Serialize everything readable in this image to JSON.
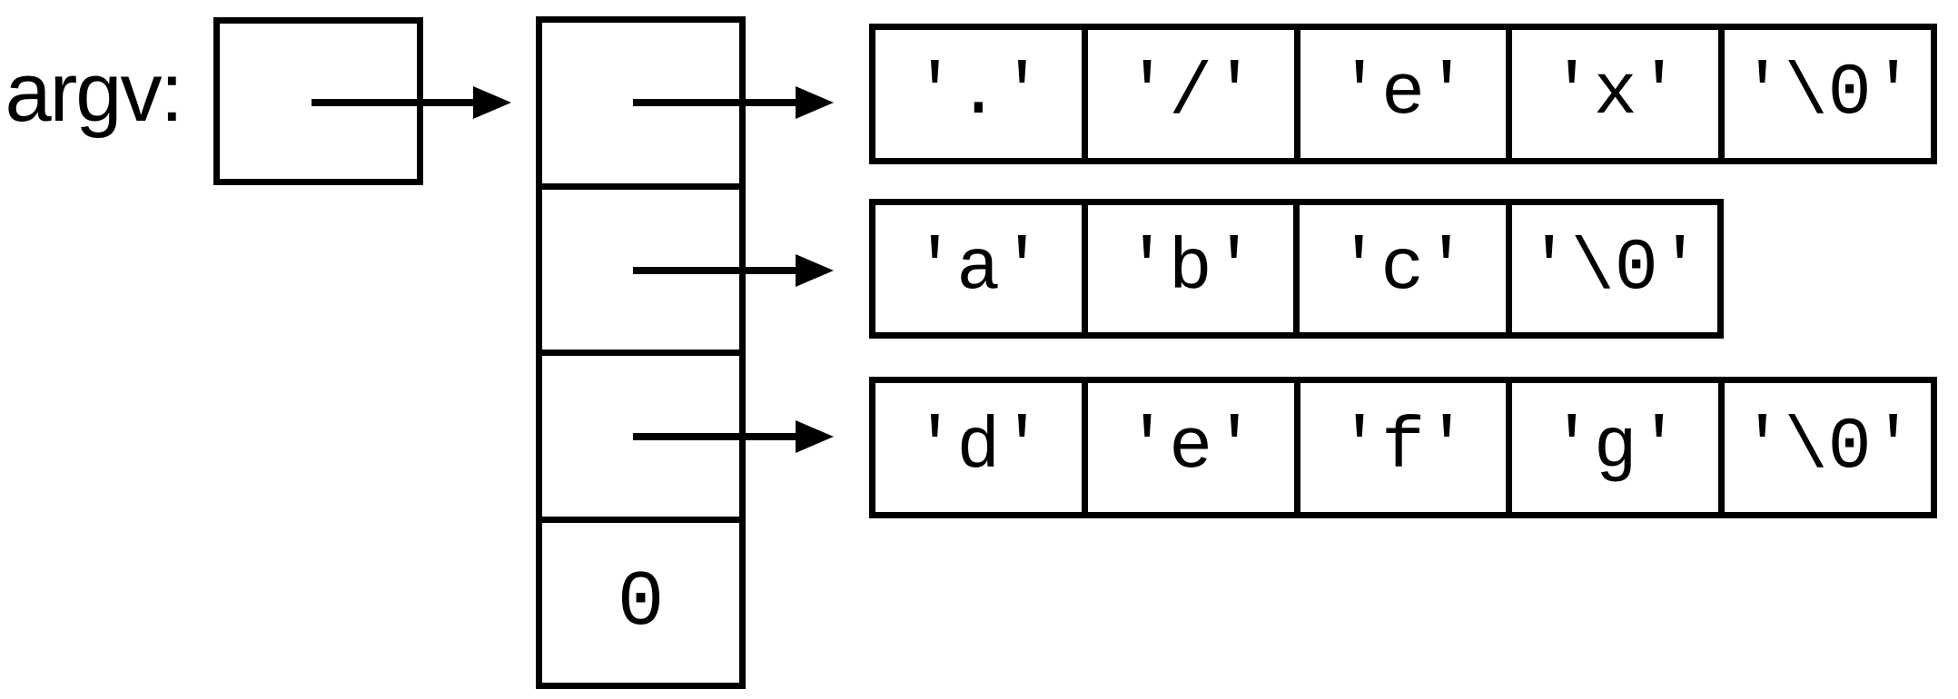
{
  "colors": {
    "ink": "#000000",
    "background": "#ffffff"
  },
  "diagram": {
    "label": "argv:",
    "pointer_array": {
      "null_terminator": "0"
    },
    "char_arrays": [
      {
        "chars": [
          "'.'",
          "'/'",
          "'e'",
          "'x'",
          "'\\0'"
        ]
      },
      {
        "chars": [
          "'a'",
          "'b'",
          "'c'",
          "'\\0'"
        ]
      },
      {
        "chars": [
          "'d'",
          "'e'",
          "'f'",
          "'g'",
          "'\\0'"
        ]
      }
    ]
  }
}
